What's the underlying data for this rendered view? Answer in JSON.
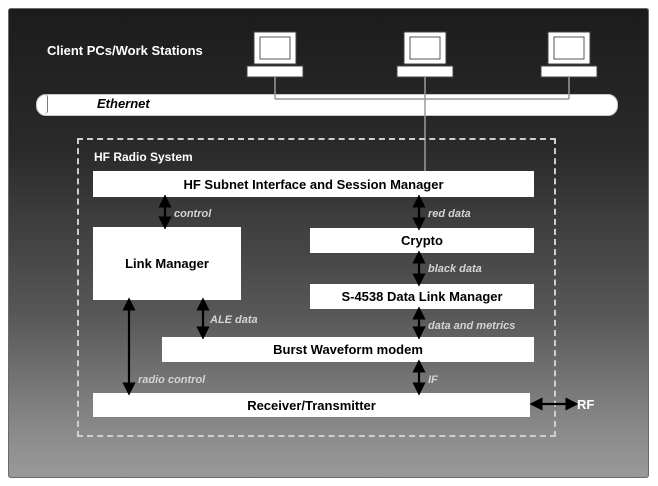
{
  "heading": "Client PCs/Work Stations",
  "network": "Ethernet",
  "system": "HF Radio System",
  "boxes": {
    "subnet": "HF Subnet Interface and Session Manager",
    "link_manager": "Link Manager",
    "crypto": "Crypto",
    "data_link": "S-4538 Data Link Manager",
    "modem": "Burst Waveform modem",
    "rx_tx": "Receiver/Transmitter"
  },
  "annotations": {
    "control": "control",
    "red_data": "red data",
    "black_data": "black data",
    "ale_data": "ALE data",
    "data_metrics": "data and metrics",
    "radio_control": "radio control",
    "if": "IF",
    "rf": "RF"
  },
  "colors": {
    "panel_dark": "#1c1c1c",
    "panel_light": "#9a9a9a",
    "box": "#ffffff",
    "annotation": "#d4d4d4"
  },
  "icons": [
    "monitor-icon",
    "monitor-icon",
    "monitor-icon"
  ]
}
